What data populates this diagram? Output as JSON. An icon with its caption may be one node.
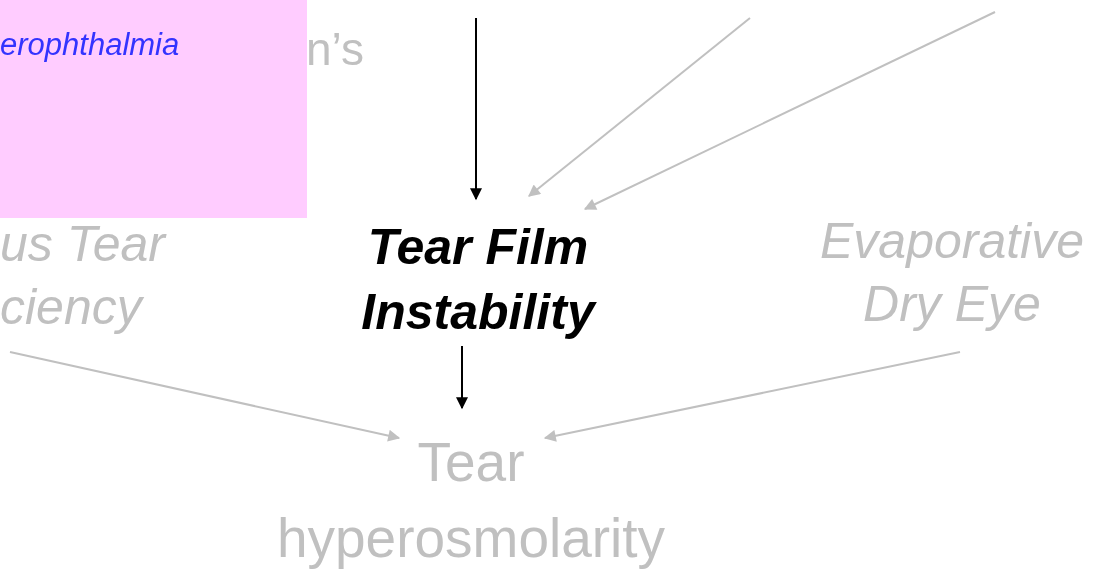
{
  "diagram": {
    "nodes": [
      {
        "text": [
          "erophthalmia"
        ]
      },
      {
        "text": [
          "us Tear ciency"
        ]
      },
      {
        "text": [
          "Tear Film Instability"
        ]
      },
      {
        "text": [
          "Evaporative Dry Eye"
        ]
      },
      {
        "text": [
          "Tear hyperosmolarity"
        ]
      }
    ],
    "edges": [
      {
        "from": null,
        "to": 2,
        "arrow": "to",
        "color": "#000000"
      },
      {
        "from": null,
        "to": 2,
        "arrow": "to"
      },
      {
        "from": null,
        "to": 2,
        "arrow": "to"
      },
      {
        "from": 2,
        "to": 4,
        "arrow": "to",
        "color": "#000000"
      },
      {
        "from": 1,
        "to": 4,
        "arrow": "to"
      },
      {
        "from": 3,
        "to": 4,
        "arrow": "to"
      }
    ],
    "labels": [
      "n’s"
    ]
  }
}
